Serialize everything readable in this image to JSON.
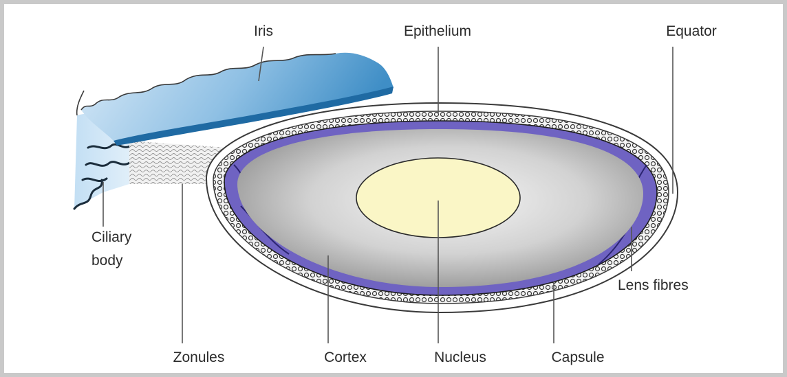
{
  "labels": {
    "iris": "Iris",
    "epithelium": "Epithelium",
    "equator": "Equator",
    "ciliary_body_line1": "Ciliary",
    "ciliary_body_line2": "body",
    "lens_fibres": "Lens fibres",
    "zonules": "Zonules",
    "cortex": "Cortex",
    "nucleus": "Nucleus",
    "capsule": "Capsule"
  },
  "colors": {
    "iris_light": "#b9d8f0",
    "iris_dark": "#2f7fb8",
    "iris_edge": "#1c5e90",
    "ciliary": "#cfe6f7",
    "cortex_inner": "#f2f2f2",
    "cortex_outer": "#9a9a9a",
    "nucleus": "#faf6c6",
    "fibres": "#5a4fb0",
    "leader_line": "#555555"
  }
}
